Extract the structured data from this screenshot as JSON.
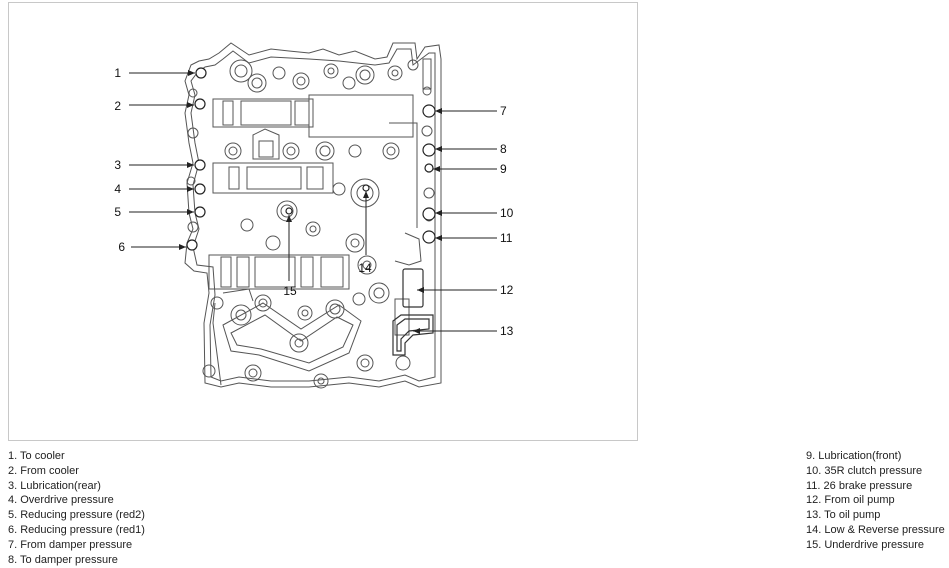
{
  "diagram": {
    "callouts": [
      "1",
      "2",
      "3",
      "4",
      "5",
      "6",
      "7",
      "8",
      "9",
      "10",
      "11",
      "12",
      "13",
      "14",
      "15"
    ]
  },
  "legend": {
    "left": [
      "1. To cooler",
      "2. From cooler",
      "3. Lubrication(rear)",
      "4. Overdrive pressure",
      "5. Reducing pressure (red2)",
      "6. Reducing pressure (red1)",
      "7. From damper pressure",
      "8. To damper pressure"
    ],
    "right": [
      "9. Lubrication(front)",
      "10. 35R clutch pressure",
      "11. 26 brake pressure",
      "12. From oil pump",
      "13. To oil pump",
      "14. Low & Reverse pressure",
      "15. Underdrive pressure"
    ]
  },
  "colors": {
    "line": "#333333",
    "part": "#555555",
    "frame": "#c8c8c8"
  }
}
